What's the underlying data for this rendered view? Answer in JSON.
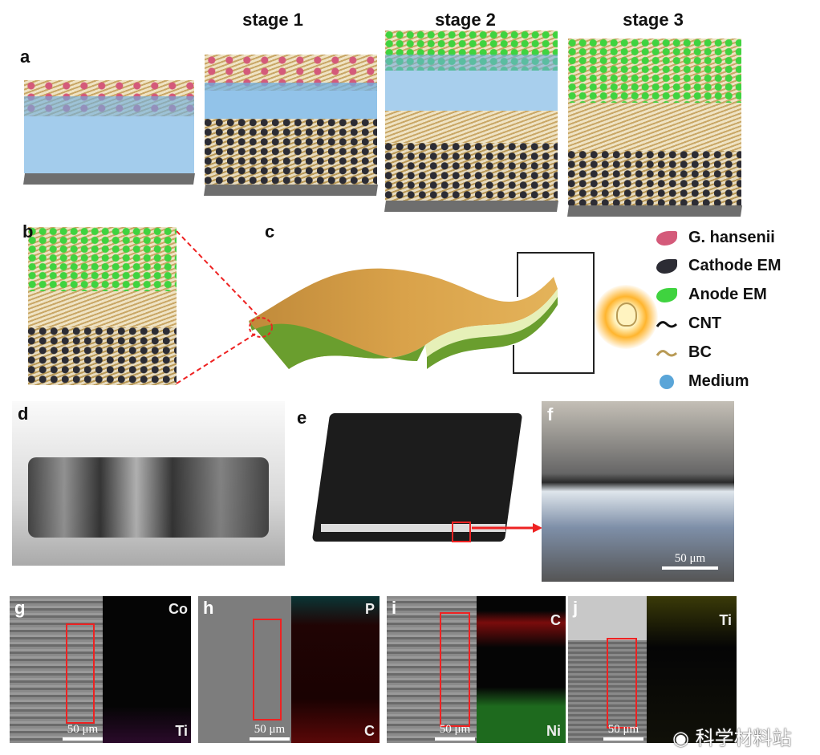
{
  "panel_labels": {
    "a": "a",
    "b": "b",
    "c": "c",
    "d": "d",
    "e": "e",
    "f": "f",
    "g": "g",
    "h": "h",
    "i": "i",
    "j": "j"
  },
  "stages": [
    "stage 1",
    "stage 2",
    "stage 3"
  ],
  "legend": [
    {
      "label": "G. hansenii",
      "color": "#d45a7a",
      "symbol": "droplet"
    },
    {
      "label": "Cathode EM",
      "color": "#2c2c34",
      "symbol": "droplet"
    },
    {
      "label": "Anode EM",
      "color": "#3fd33f",
      "symbol": "droplet"
    },
    {
      "label": "CNT",
      "color": "#111111",
      "symbol": "wave"
    },
    {
      "label": "BC",
      "color": "#b89a55",
      "symbol": "wave"
    },
    {
      "label": "Medium",
      "color": "#5aa5d8",
      "symbol": "dot"
    }
  ],
  "scale_bar": "50 μm",
  "eds_panels": [
    {
      "label": "g",
      "top_element": "Co",
      "bottom_element": "Ti",
      "top_color": "#1fb0b0",
      "bottom_color": "#a020a0"
    },
    {
      "label": "h",
      "top_element": "P",
      "bottom_element": "C",
      "top_color": "#1fb0b0",
      "bottom_color": "#d01010"
    },
    {
      "label": "i",
      "top_element": "C",
      "bottom_element": "Ni",
      "top_color": "#d01010",
      "bottom_color": "#30c030"
    },
    {
      "label": "j",
      "top_element": "Ti",
      "bottom_element": "",
      "top_color": "#d8d820",
      "bottom_color": "#1fb0b0"
    }
  ],
  "watermark": "科学材料站"
}
